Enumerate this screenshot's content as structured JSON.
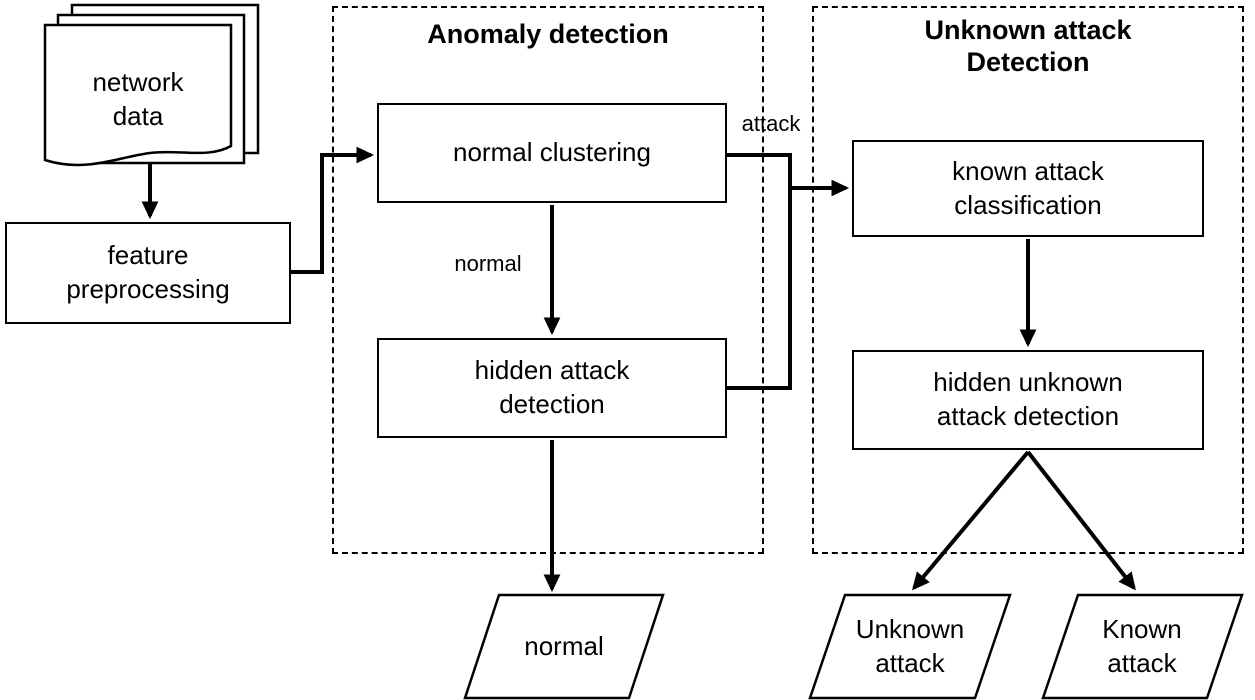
{
  "diagram": {
    "groups": {
      "anomaly": {
        "title": "Anomaly detection"
      },
      "unknown": {
        "title": "Unknown attack\nDetection"
      }
    },
    "nodes": {
      "network_data": {
        "label": "network\ndata"
      },
      "feature_preprocessing": {
        "label": "feature\npreprocessing"
      },
      "normal_clustering": {
        "label": "normal clustering"
      },
      "hidden_attack_detection": {
        "label": "hidden attack\ndetection"
      },
      "known_attack_classification": {
        "label": "known attack\nclassification"
      },
      "hidden_unknown_attack_detection": {
        "label": "hidden unknown\nattack detection"
      },
      "normal_output": {
        "label": "normal"
      },
      "unknown_attack_output": {
        "label": "Unknown\nattack"
      },
      "known_attack_output": {
        "label": "Known\nattack"
      }
    },
    "edge_labels": {
      "normal": "normal",
      "attack": "attack"
    },
    "colors": {
      "stroke": "#000000",
      "fill": "#ffffff"
    }
  }
}
